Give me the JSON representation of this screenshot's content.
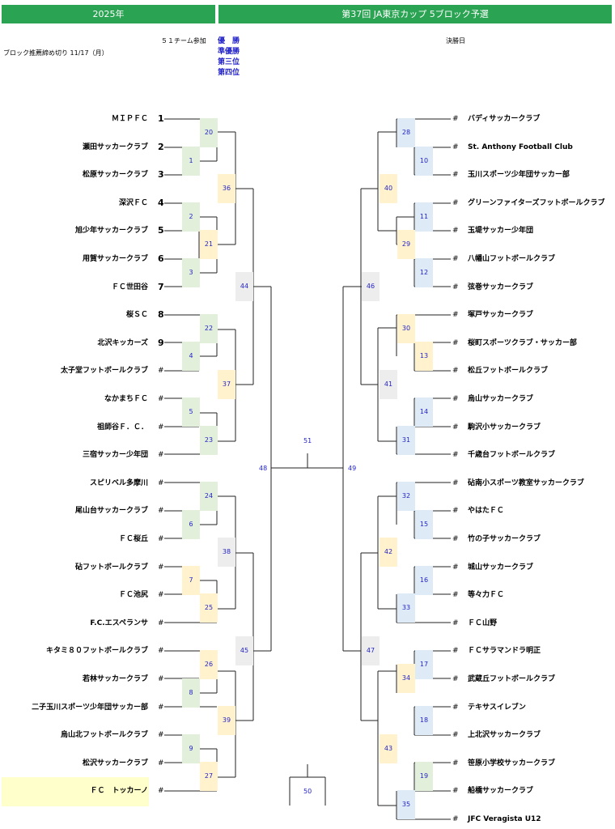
{
  "header": {
    "left_title": "2025年",
    "right_title": "第37回  JA東京カップ  5ブロック予選"
  },
  "info": {
    "teams_count": "５１チーム参加",
    "deadline": "ブロック推薦締め切り   11/17（月）",
    "final_day": "決勝日",
    "ranks": [
      "優　勝",
      "準優勝",
      "第三位",
      "第四位"
    ]
  },
  "left_teams": [
    {
      "name": "ＭＩＰＦＣ",
      "num": "1"
    },
    {
      "name": "瀬田サッカークラブ",
      "num": "2"
    },
    {
      "name": "松原サッカークラブ",
      "num": "3"
    },
    {
      "name": "深沢ＦＣ",
      "num": "4"
    },
    {
      "name": "旭少年サッカークラブ",
      "num": "5"
    },
    {
      "name": "用賀サッカークラブ",
      "num": "6"
    },
    {
      "name": "ＦＣ世田谷",
      "num": "7"
    },
    {
      "name": "桜ＳＣ",
      "num": "8"
    },
    {
      "name": "北沢キッカーズ",
      "num": "9"
    },
    {
      "name": "太子堂フットボールクラブ",
      "num": "#"
    },
    {
      "name": "なかまちＦＣ",
      "num": "#"
    },
    {
      "name": "祖師谷Ｆ．Ｃ．",
      "num": "#"
    },
    {
      "name": "三宿サッカー少年団",
      "num": "#"
    },
    {
      "name": "スピリベル多摩川",
      "num": "#"
    },
    {
      "name": "尾山台サッカークラブ",
      "num": "#"
    },
    {
      "name": "ＦＣ桜丘",
      "num": "#"
    },
    {
      "name": "砧フットボールクラブ",
      "num": "#"
    },
    {
      "name": "ＦＣ池尻",
      "num": "#"
    },
    {
      "name": "F.C.エスペランサ",
      "num": "#"
    },
    {
      "name": "キタミ８０フットボールクラブ",
      "num": "#"
    },
    {
      "name": "若林サッカークラブ",
      "num": "#"
    },
    {
      "name": "二子玉川スポーツ少年団サッカー部",
      "num": "#"
    },
    {
      "name": "烏山北フットボールクラブ",
      "num": "#"
    },
    {
      "name": "松沢サッカークラブ",
      "num": "#"
    },
    {
      "name": "ＦＣ　トッカーノ",
      "num": "#"
    }
  ],
  "right_teams": [
    {
      "name": "バディサッカークラブ",
      "num": "#"
    },
    {
      "name": "St. Anthony Football Club",
      "num": "#"
    },
    {
      "name": "玉川スポーツ少年団サッカー部",
      "num": "#"
    },
    {
      "name": "グリーンファイターズフットボールクラブ",
      "num": "#"
    },
    {
      "name": "玉堤サッカー少年団",
      "num": "#"
    },
    {
      "name": "八幡山フットボールクラブ",
      "num": "#"
    },
    {
      "name": "弦巻サッカークラブ",
      "num": "#"
    },
    {
      "name": "塚戸サッカークラブ",
      "num": "#"
    },
    {
      "name": "桜町スポーツクラブ・サッカー部",
      "num": "#"
    },
    {
      "name": "松丘フットボールクラブ",
      "num": "#"
    },
    {
      "name": "烏山サッカークラブ",
      "num": "#"
    },
    {
      "name": "駒沢小サッカークラブ",
      "num": "#"
    },
    {
      "name": "千歳台フットボールクラブ",
      "num": "#"
    },
    {
      "name": "砧南小スポーツ教室サッカークラブ",
      "num": "#"
    },
    {
      "name": "やはたＦＣ",
      "num": "#"
    },
    {
      "name": "竹の子サッカークラブ",
      "num": "#"
    },
    {
      "name": "城山サッカークラブ",
      "num": "#"
    },
    {
      "name": "等々力ＦＣ",
      "num": "#"
    },
    {
      "name": "ＦＣ山野",
      "num": "#"
    },
    {
      "name": "ＦＣサラマンドラ明正",
      "num": "#"
    },
    {
      "name": "武蔵丘フットボールクラブ",
      "num": "#"
    },
    {
      "name": "テキサスイレブン",
      "num": "#"
    },
    {
      "name": "上北沢サッカークラブ",
      "num": "#"
    },
    {
      "name": "笹原小学校サッカークラブ",
      "num": "#"
    },
    {
      "name": "船橋サッカークラブ",
      "num": "#"
    },
    {
      "name": "JFC Veragista U12",
      "num": "#"
    }
  ],
  "matches_left": [
    {
      "label": "20",
      "color": "g"
    },
    {
      "label": "1",
      "color": "g"
    },
    {
      "label": "36",
      "color": "o"
    },
    {
      "label": "2",
      "color": "g"
    },
    {
      "label": "21",
      "color": "o"
    },
    {
      "label": "3",
      "color": "g"
    },
    {
      "label": "44",
      "color": "s"
    },
    {
      "label": "22",
      "color": "g"
    },
    {
      "label": "4",
      "color": "g"
    },
    {
      "label": "37",
      "color": "o"
    },
    {
      "label": "5",
      "color": "g"
    },
    {
      "label": "23",
      "color": "g"
    },
    {
      "label": "24",
      "color": "g"
    },
    {
      "label": "6",
      "color": "g"
    },
    {
      "label": "38",
      "color": "s"
    },
    {
      "label": "7",
      "color": "o"
    },
    {
      "label": "25",
      "color": "o"
    },
    {
      "label": "45",
      "color": "s"
    },
    {
      "label": "26",
      "color": "o"
    },
    {
      "label": "8",
      "color": "g"
    },
    {
      "label": "39",
      "color": "o"
    },
    {
      "label": "9",
      "color": "g"
    },
    {
      "label": "27",
      "color": "o"
    }
  ],
  "matches_right": [
    {
      "label": "28",
      "color": "b"
    },
    {
      "label": "10",
      "color": "b"
    },
    {
      "label": "40",
      "color": "o"
    },
    {
      "label": "11",
      "color": "b"
    },
    {
      "label": "29",
      "color": "o"
    },
    {
      "label": "12",
      "color": "b"
    },
    {
      "label": "46",
      "color": "s"
    },
    {
      "label": "30",
      "color": "o"
    },
    {
      "label": "13",
      "color": "o"
    },
    {
      "label": "41",
      "color": "s"
    },
    {
      "label": "14",
      "color": "b"
    },
    {
      "label": "31",
      "color": "b"
    },
    {
      "label": "32",
      "color": "b"
    },
    {
      "label": "15",
      "color": "b"
    },
    {
      "label": "42",
      "color": "o"
    },
    {
      "label": "16",
      "color": "b"
    },
    {
      "label": "33",
      "color": "b"
    },
    {
      "label": "47",
      "color": "s"
    },
    {
      "label": "17",
      "color": "b"
    },
    {
      "label": "34",
      "color": "o"
    },
    {
      "label": "18",
      "color": "b"
    },
    {
      "label": "43",
      "color": "o"
    },
    {
      "label": "19",
      "color": "g"
    },
    {
      "label": "35",
      "color": "b"
    }
  ],
  "center": {
    "semi_left": "48",
    "semi_right": "49",
    "final": "51",
    "third_place": "50"
  }
}
